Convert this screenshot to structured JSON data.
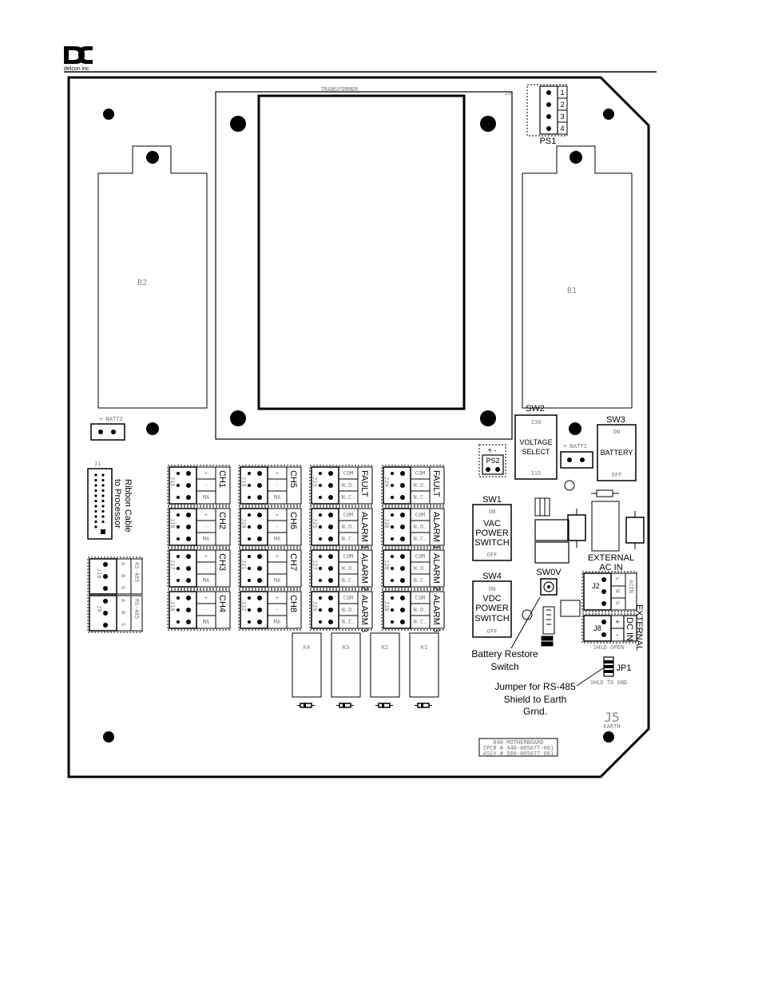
{
  "header": {
    "company": "delcon inc"
  },
  "board": {
    "transformer": "TRANSFORMER",
    "j3": "J3",
    "b1": "B1",
    "b2": "B2",
    "batt1": "+ BATT1",
    "batt2": "+ BATT2",
    "j1": "J1",
    "ps1": {
      "label": "PS1",
      "pins": [
        "1",
        "2",
        "3",
        "4"
      ]
    },
    "ps2": {
      "label": "PS2",
      "polarity": "+  -"
    },
    "ribbon": [
      "Ribbon Cable",
      "to Processor"
    ],
    "sw1": {
      "id": "SW1",
      "on": "ON",
      "lines": [
        "VAC",
        "POWER",
        "SWITCH"
      ],
      "off": "OFF"
    },
    "sw2": {
      "id": "SW2",
      "top": "230",
      "lines": [
        "VOLTAGE",
        "SELECT"
      ],
      "bottom": "115"
    },
    "sw3": {
      "id": "SW3",
      "on": "ON",
      "lines": [
        "BATTERY"
      ],
      "off": "OFF"
    },
    "sw4": {
      "id": "SW4",
      "on": "ON",
      "lines": [
        "VDC",
        "POWER",
        "SWITCH"
      ],
      "off": "OFF"
    },
    "sw0v": "SW0V",
    "external_ac": [
      "EXTERNAL",
      "AC IN"
    ],
    "ac_pins": [
      "L",
      "N",
      "G"
    ],
    "ac_side": "ACIN",
    "j2": "J2",
    "j8": "J8",
    "dc_in": "DC IN",
    "dc_pins": [
      "+",
      "-"
    ],
    "external_v": "EXTERNAL",
    "jp1": "JP1",
    "shld_open": "SHLD OPEN",
    "shld_gnd": "SHLD TO GND",
    "j5": "J5",
    "earth": "EARTH",
    "battery_restore": [
      "Battery Restore",
      "Switch"
    ],
    "jumper_note": [
      "Jumper for RS-485",
      "Shield to Earth",
      "Grnd."
    ],
    "rs485": {
      "j10": "J10",
      "j9": "J9",
      "pins": [
        "A",
        "B",
        "S"
      ],
      "side": "RS-485"
    },
    "analog_pins": [
      "+",
      "-",
      "MA"
    ],
    "relay_pins": [
      "COM",
      "N.O.",
      "N.C."
    ],
    "channels_left": [
      {
        "j": "J15",
        "ch": "CH1"
      },
      {
        "j": "J16",
        "ch": "CH2"
      },
      {
        "j": "J17",
        "ch": "CH3"
      },
      {
        "j": "J18",
        "ch": "CH4"
      }
    ],
    "channels_mid": [
      {
        "j": "J19",
        "ch": "CH5"
      },
      {
        "j": "J20",
        "ch": "CH6"
      },
      {
        "j": "J21",
        "ch": "CH7"
      },
      {
        "j": "J22",
        "ch": "CH8"
      }
    ],
    "relays_a": [
      {
        "j": "J23",
        "name": "FAULT"
      },
      {
        "j": "J25",
        "name": "ALARM 1"
      },
      {
        "j": "J27",
        "name": "ALARM 2"
      },
      {
        "j": "J29",
        "name": "ALARM 3"
      }
    ],
    "relays_b": [
      {
        "j": "J24",
        "name": "FAULT"
      },
      {
        "j": "J26",
        "name": "ALARM 1"
      },
      {
        "j": "J28",
        "name": "ALARM 2"
      },
      {
        "j": "J30",
        "name": "ALARM 3"
      }
    ],
    "relay_coils": [
      "K4",
      "K3",
      "K2",
      "K1"
    ],
    "nameplate": [
      "840 MOTHERBOARD",
      "IPCB # 440-005077-001",
      "ASSY # 500-005077-001"
    ]
  }
}
